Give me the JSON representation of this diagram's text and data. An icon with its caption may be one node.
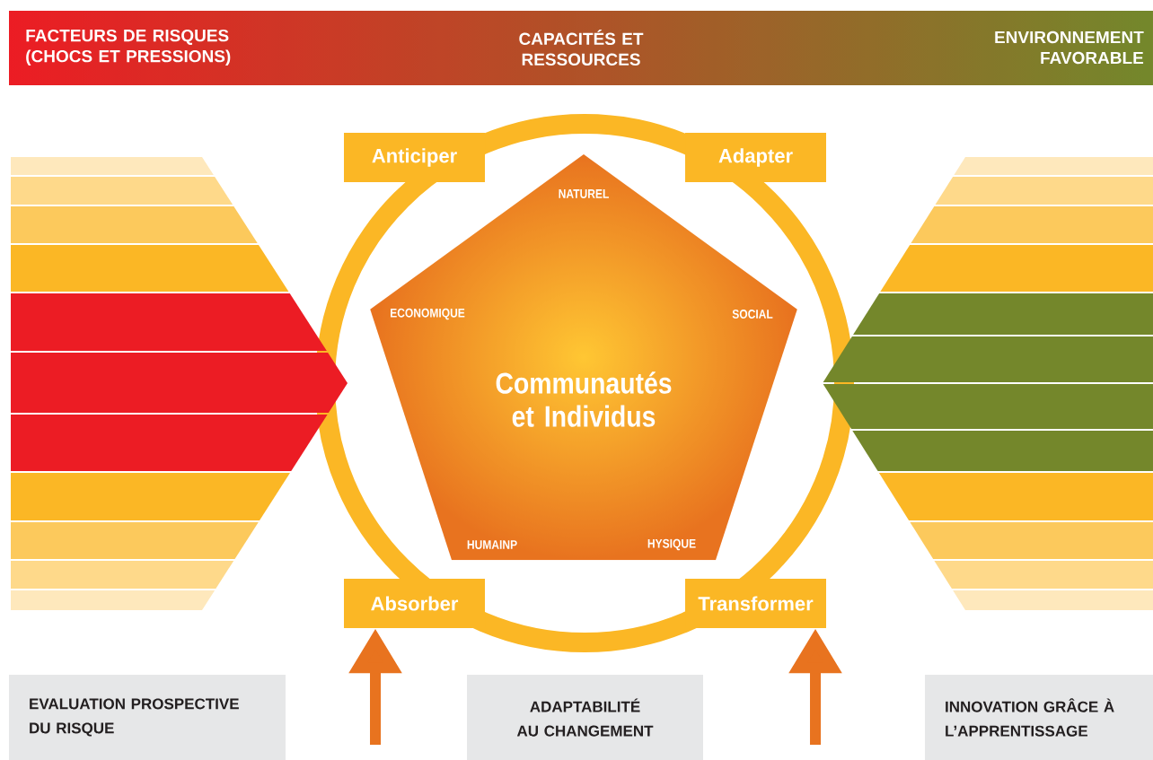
{
  "diagram": {
    "nodes": [
      {
        "text": [
          "FACTEURS DE RISQUES (CHOCS ET PRESSIONS)",
          "CAPACITÉS ET RESSOURCES",
          "ENVIRONNEMENT FAVORABLE"
        ]
      },
      {
        "text": [
          "NATUREL",
          "ECONOMIQUE",
          "SOCIAL",
          "Communautés et Individus",
          "HUMAINP",
          "HYSIQUE"
        ]
      },
      {
        "text": [
          "Anticiper"
        ]
      },
      {
        "text": [
          "Adapter"
        ]
      },
      {
        "text": [
          "Absorber"
        ]
      },
      {
        "text": [
          "Transformer"
        ]
      },
      {
        "text": [
          "EVALUATION PROSPECTIVE DU RISQUE"
        ]
      },
      {
        "text": [
          "ADAPTABILITÉ AU CHANGEMENT"
        ]
      },
      {
        "text": [
          "INNOVATION GRÂCE À L’APPRENTISSAGE"
        ]
      }
    ],
    "edges": [
      {
        "from": null,
        "to": 4,
        "arrow": "to"
      },
      {
        "from": null,
        "to": 5,
        "arrow": "to"
      }
    ]
  }
}
